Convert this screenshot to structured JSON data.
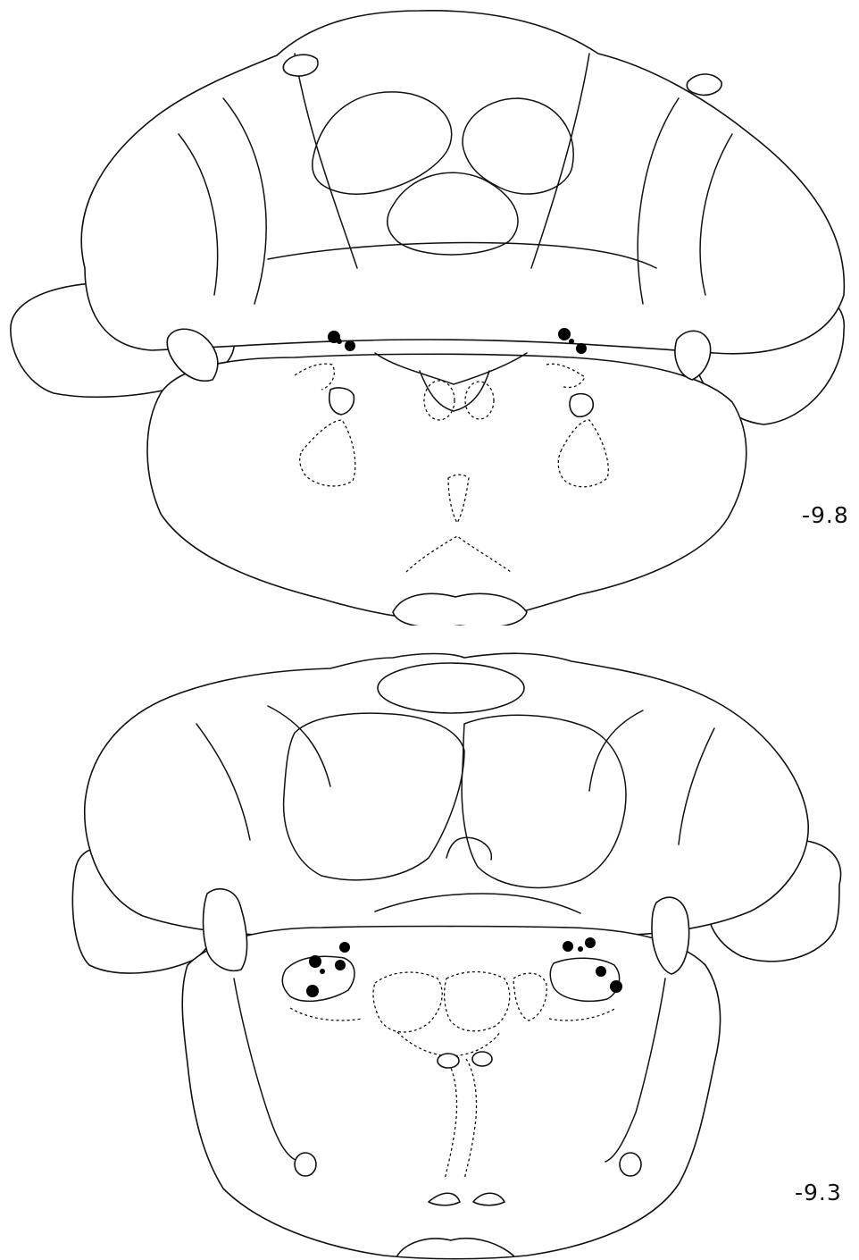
{
  "sections": [
    {
      "label": "-9.8",
      "lesion_marks": 6
    },
    {
      "label": "-9.3",
      "lesion_marks": 10
    }
  ],
  "colors": {
    "line": "#111111",
    "lesion": "#000000",
    "background": "#ffffff"
  }
}
